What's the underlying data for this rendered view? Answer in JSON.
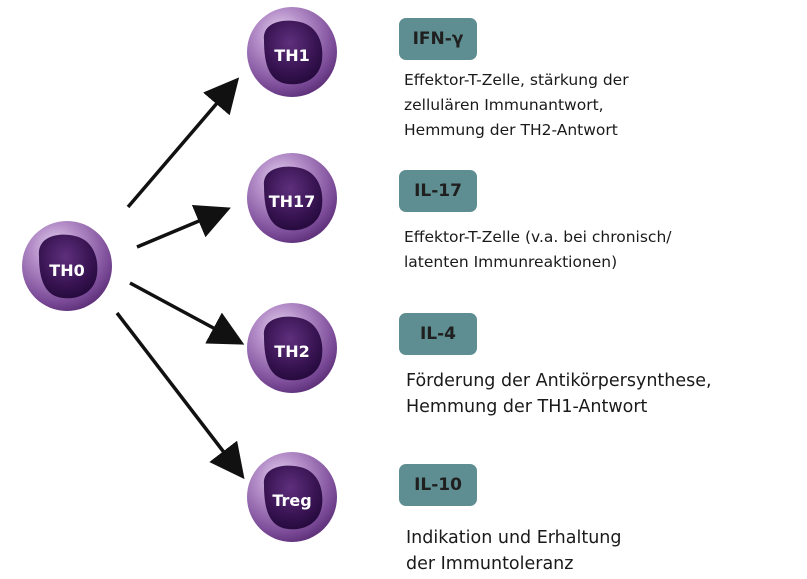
{
  "source": {
    "label": "TH0"
  },
  "targets": [
    {
      "label": "TH1",
      "cytokine": "IFN-γ",
      "description": [
        "Effektor-T-Zelle, stärkung der",
        "zellulären Immunantwort,",
        "Hemmung der TH2-Antwort"
      ]
    },
    {
      "label": "TH17",
      "cytokine": "IL-17",
      "description": [
        "Effektor-T-Zelle (v.a. bei chronisch/",
        "latenten Immunreaktionen)"
      ]
    },
    {
      "label": "TH2",
      "cytokine": "IL-4",
      "description": [
        "Förderung der Antikörpersynthese,",
        "Hemmung der TH1-Antwort"
      ]
    },
    {
      "label": "Treg",
      "cytokine": "IL-10",
      "description": [
        "Indikation und Erhaltung",
        "der Immuntoleranz"
      ]
    }
  ],
  "colors": {
    "cell_light": "#b58fc9",
    "cell_mid": "#6b3c88",
    "cell_dark": "#2a0b3f",
    "badge": "#5e8e91",
    "arrow": "#111111"
  }
}
